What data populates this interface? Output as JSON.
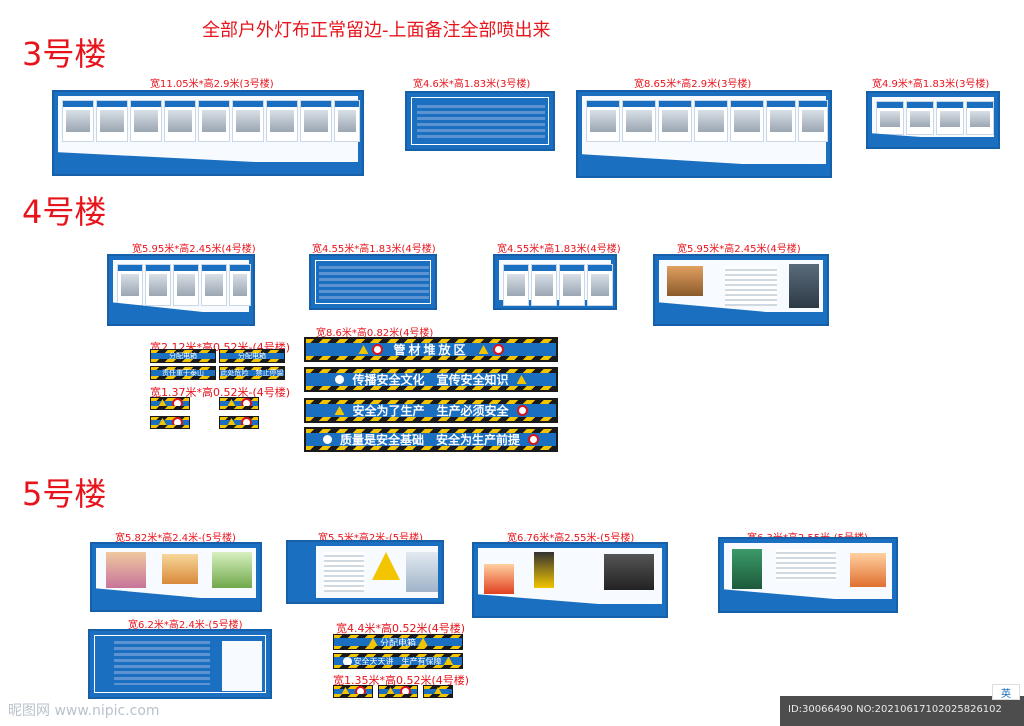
{
  "header": {
    "title": "全部户外灯布正常留边-上面备注全部喷出来"
  },
  "sections": {
    "b3": "3号楼",
    "b4": "4号楼",
    "b5": "5号楼"
  },
  "labels": {
    "b3_1": "宽11.05米*高2.9米(3号楼)",
    "b3_2": "宽4.6米*高1.83米(3号楼)",
    "b3_3": "宽8.65米*高2.9米(3号楼)",
    "b3_4": "宽4.9米*高1.83米(3号楼)",
    "b4_1": "宽5.95米*高2.45米(4号楼)",
    "b4_2": "宽4.55米*高1.83米(4号楼)",
    "b4_3": "宽4.55米*高1.83米(4号楼)",
    "b4_4": "宽5.95米*高2.45米(4号楼)",
    "b4_5": "宽2.12米*高0.52米-(4号楼)",
    "b4_6": "宽1.37米*高0.52米-(4号楼)",
    "b4_7": "宽8.6米*高0.82米(4号楼)",
    "b5_1": "宽5.82米*高2.4米-(5号楼)",
    "b5_2": "宽5.5米*高2米-(5号楼)",
    "b5_3": "宽6.76米*高2.55米-(5号楼)",
    "b5_4": "宽6.3米*高2.55米-(5号楼)",
    "b5_5": "宽6.2米*高2.4米-(5号楼)",
    "b5_6": "宽4.4米*高0.52米(4号楼)",
    "b5_7": "宽1.35米*高0.52米(4号楼)"
  },
  "banners": {
    "pipe": "管材堆放区",
    "culture": "传播安全文化　宣传安全知识",
    "production": "安全为了生产　生产必须安全",
    "quality": "质量是安全基础　安全为生产前提",
    "dist_box": "分配电箱",
    "responsibility": "责任重于泰山",
    "danger": "此处危险　禁止停留",
    "safe_days": "安全天天讲　生产有保障"
  },
  "footer": {
    "watermark": "昵图网 www.nipic.com",
    "id_text": "ID:30066490 NO:20210617102025826102",
    "ime_badge": "英"
  },
  "colors": {
    "red": "#e8141c",
    "blue": "#1b6fc0",
    "yellow": "#f3c400"
  }
}
